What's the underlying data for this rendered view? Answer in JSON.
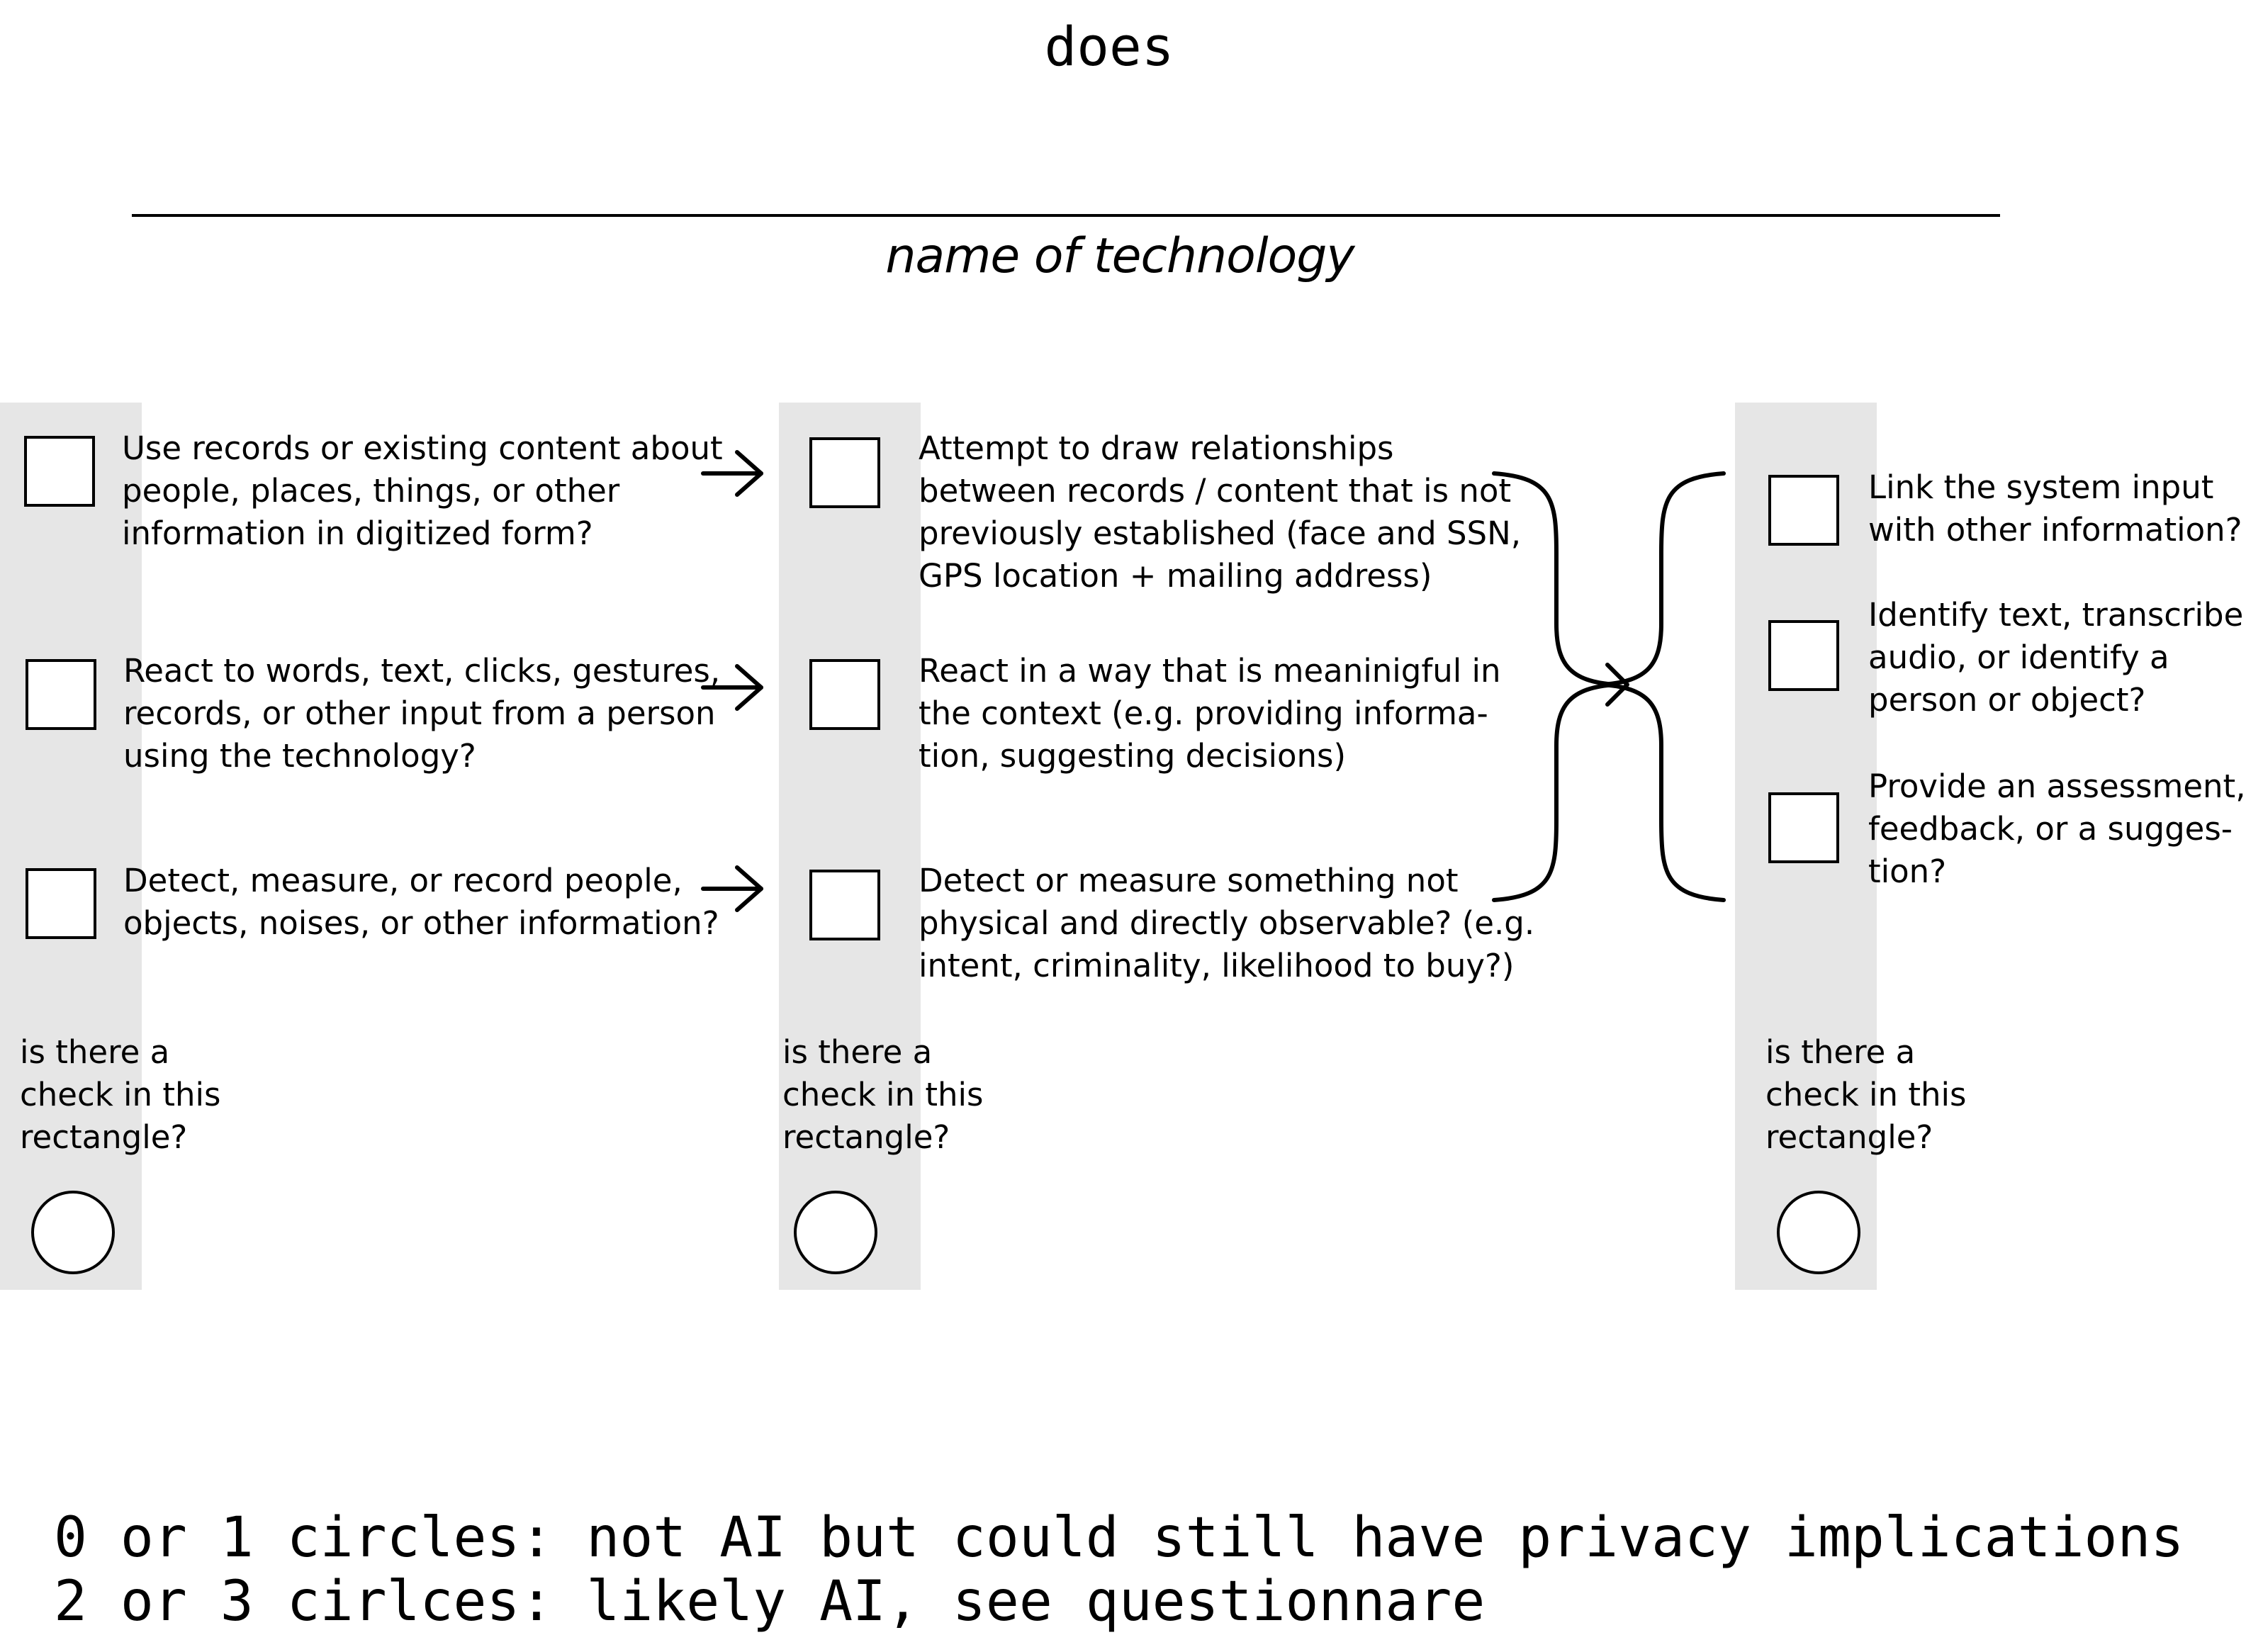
{
  "header": {
    "title": "does",
    "blank_caption": "name of technology"
  },
  "columns": [
    {
      "items": [
        {
          "lines": [
            "Use records or existing content about",
            "people, places, things, or other",
            "information in digitized form?"
          ]
        },
        {
          "lines": [
            "React to words, text, clicks, gestures,",
            "records, or other input from a person",
            "using the technology?"
          ]
        },
        {
          "lines": [
            "Detect, measure, or record people,",
            "objects, noises, or other information?"
          ]
        }
      ],
      "question_lines": [
        "is there a",
        "check in this",
        "rectangle?"
      ]
    },
    {
      "items": [
        {
          "lines": [
            "Attempt to draw relationships",
            "between records / content that is not",
            "previously established (face and SSN,",
            "GPS location + mailing address)"
          ]
        },
        {
          "lines": [
            "React in a way that is meaninigful in",
            "the context (e.g. providing informa-",
            "tion, suggesting decisions)"
          ]
        },
        {
          "lines": [
            "Detect or measure something not",
            "physical and directly observable? (e.g.",
            "intent, criminality, likelihood to buy?)"
          ]
        }
      ],
      "question_lines": [
        "is there a",
        "check in this",
        "rectangle?"
      ]
    },
    {
      "items": [
        {
          "lines": [
            "Link the system input",
            "with other information?"
          ]
        },
        {
          "lines": [
            "Identify text, transcribe",
            "audio, or identify a",
            "person or object?"
          ]
        },
        {
          "lines": [
            "Provide an assessment,",
            "feedback, or a sugges-",
            "tion?"
          ]
        }
      ],
      "question_lines": [
        "is there a",
        "check in this",
        "rectangle?"
      ]
    }
  ],
  "footer": {
    "lines": [
      "0 or 1 circles: not AI but could still have privacy implications",
      "2 or 3 cirlces: likely AI, see questionnare"
    ]
  }
}
